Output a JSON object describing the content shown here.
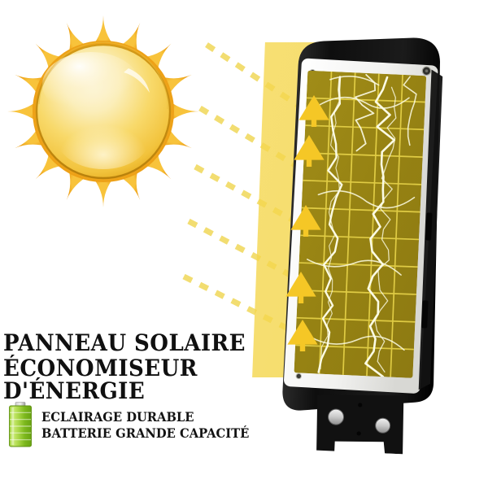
{
  "product": {
    "headline_line1": "PANNEAU SOLAIRE",
    "headline_line2": "ÉCONOMISEUR D'ÉNERGIE",
    "feature_line1": "ECLAIRAGE DURABLE",
    "feature_line2": "BATTERIE GRANDE CAPACITÉ"
  },
  "icons": {
    "sun": "sun-icon",
    "battery": "battery-icon",
    "lightning": "lightning-bolt-icon",
    "arrow": "arrow-up-right-icon",
    "sun_ray": "sun-ray-dashed-icon",
    "bolt_screw": "screw-icon"
  },
  "colors": {
    "background": "#ffffff",
    "sun_ray_outer": "#f2a81e",
    "sun_ray_inner": "#f9c93f",
    "sun_sphere_light": "#fdf4d2",
    "sun_sphere_mid": "#f7d255",
    "sun_sphere_edge": "#e8a81c",
    "sun_rim": "#c88a12",
    "ray_dash": "#f2dc6a",
    "overlay_glow": "#f5d750",
    "panel_cell": "#9a8615",
    "panel_grid": "#e6d23c",
    "panel_frame_white": "#f4f4f2",
    "panel_casing_black": "#151515",
    "lightning_white": "#fbfbe8",
    "arrow_yellow": "#f5c726",
    "battery_green_light": "#b9e05a",
    "battery_green_dark": "#72ad18",
    "battery_cap_gray": "#b8b8b8",
    "text_black": "#101010",
    "bolt_silver": "#d4d4d4"
  },
  "geometry": {
    "sun_ray_count": 16,
    "arrow_count": 5,
    "panel_grid_columns": 5,
    "panel_grid_rows": 11,
    "ray_beam_count": 5,
    "battery_segments": 6,
    "mount_bolt_count": 2
  }
}
